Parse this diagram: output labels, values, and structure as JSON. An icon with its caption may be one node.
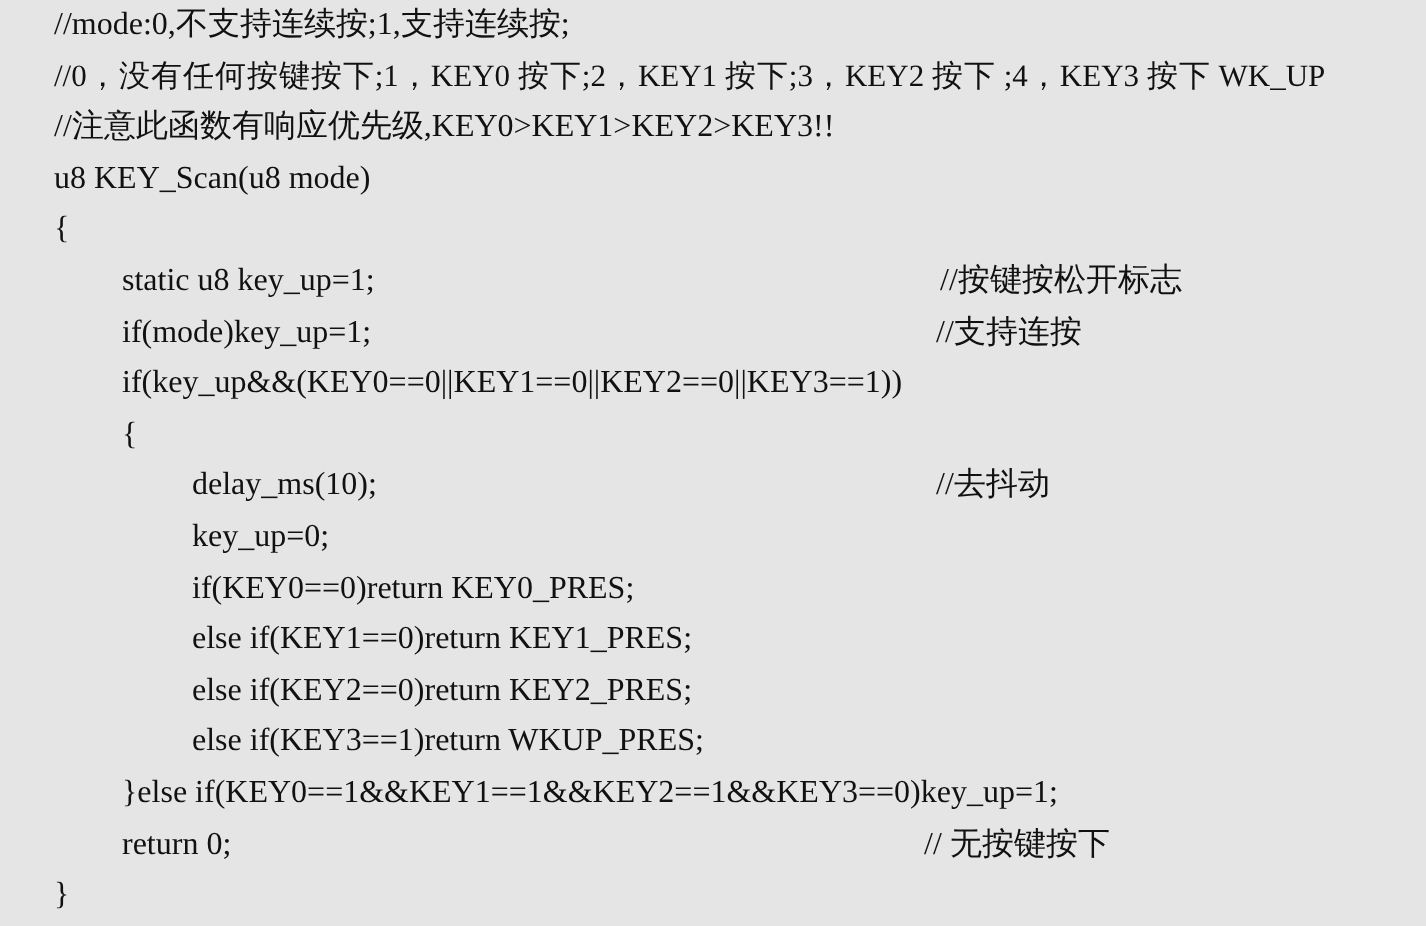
{
  "diagram": {
    "labels": [
      "//mode:0,不支持连续按;1,支持连续按;",
      "//0，没有任何按键按下;1，KEY0 按下;2，KEY1 按下;3，KEY2 按下 ;4，KEY3 按下 WK_UP",
      "//注意此函数有响应优先级,KEY0>KEY1>KEY2>KEY3!!",
      "u8 KEY_Scan(u8 mode)",
      "{",
      "static u8 key_up=1;",
      "//按键按松开标志",
      "if(mode)key_up=1;",
      "//支持连按",
      "if(key_up&&(KEY0==0||KEY1==0||KEY2==0||KEY3==1))",
      "{",
      "delay_ms(10);",
      "//去抖动",
      "key_up=0;",
      "if(KEY0==0)return KEY0_PRES;",
      "else if(KEY1==0)return KEY1_PRES;",
      "else if(KEY2==0)return KEY2_PRES;",
      "else if(KEY3==1)return WKUP_PRES;",
      "}else if(KEY0==1&&KEY1==1&&KEY2==1&&KEY3==0)key_up=1;",
      "return 0;",
      "// 无按键按下",
      "}"
    ]
  }
}
